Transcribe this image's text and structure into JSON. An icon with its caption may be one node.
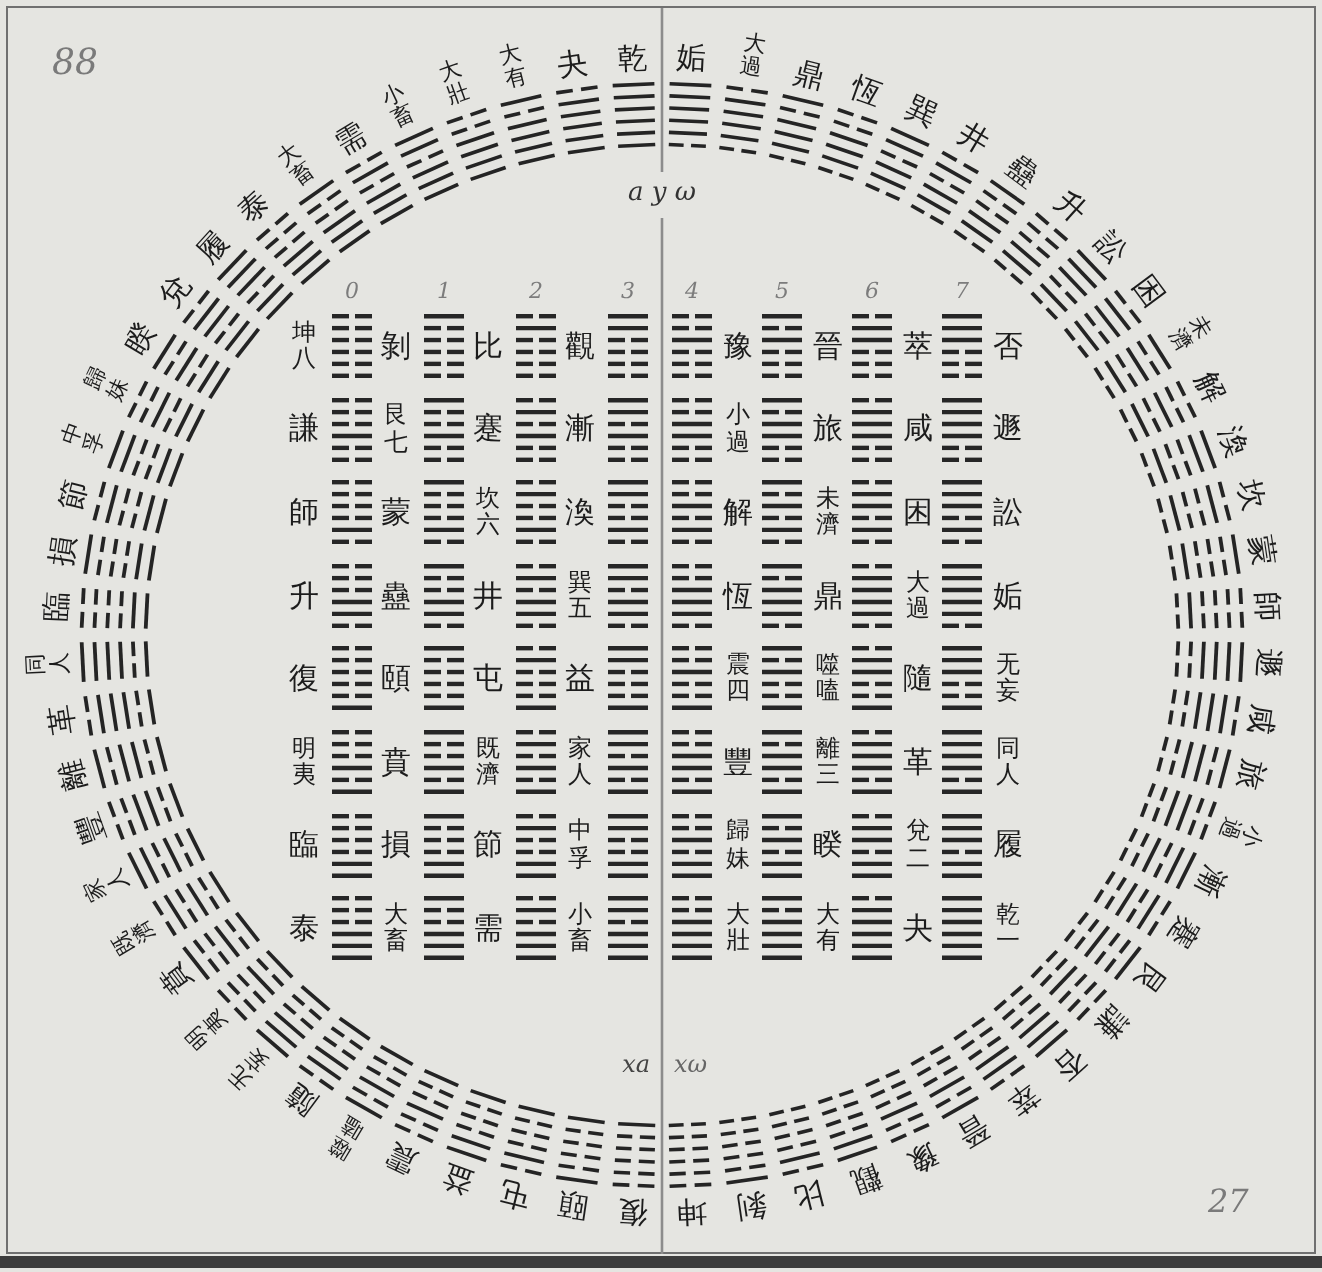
{
  "diagram": {
    "labels": [
      "88",
      "臨",
      "損",
      "節",
      "中孚",
      "歸妹",
      "睽",
      "兌",
      "履",
      "泰",
      "大畜",
      "需",
      "小畜",
      "大壯",
      "大有",
      "夬",
      "乾",
      "姤",
      "大過",
      "鼎",
      "恆",
      "巽",
      "井",
      "蠱",
      "升",
      "訟",
      "困",
      "未濟",
      "解",
      "渙",
      "坎",
      "蒙",
      "師",
      "a y ω",
      "0",
      "1",
      "2",
      "3",
      "4",
      "5",
      "6",
      "7",
      "坤八",
      "剝",
      "比",
      "觀",
      "豫",
      "晉",
      "萃",
      "否",
      "謙",
      "艮七",
      "蹇",
      "漸",
      "小過",
      "旅",
      "咸",
      "遯",
      "師",
      "蒙",
      "坎六",
      "渙",
      "解",
      "未濟",
      "困",
      "訟",
      "升",
      "蠱",
      "井",
      "巽五",
      "恆",
      "鼎",
      "大過",
      "姤",
      "復",
      "頤",
      "屯",
      "益",
      "震四",
      "噬嗑",
      "隨",
      "无妄",
      "明夷",
      "賁",
      "既濟",
      "家人",
      "豐",
      "離三",
      "革",
      "同人",
      "臨",
      "損",
      "節",
      "中孚",
      "歸妹",
      "睽",
      "兌二",
      "履",
      "泰",
      "大畜",
      "需",
      "小畜",
      "大壯",
      "大有",
      "夬",
      "乾一",
      "xa",
      "xω",
      "同人",
      "革",
      "離",
      "豐",
      "家人",
      "既濟",
      "賁",
      "明夷",
      "无妄",
      "隨",
      "噬嗑",
      "震",
      "益",
      "屯",
      "頤",
      "復",
      "坤",
      "剝",
      "比",
      "觀",
      "豫",
      "晉",
      "萃",
      "否",
      "謙",
      "艮",
      "蹇",
      "漸",
      "小過",
      "旅",
      "咸",
      "遯",
      "27"
    ]
  }
}
